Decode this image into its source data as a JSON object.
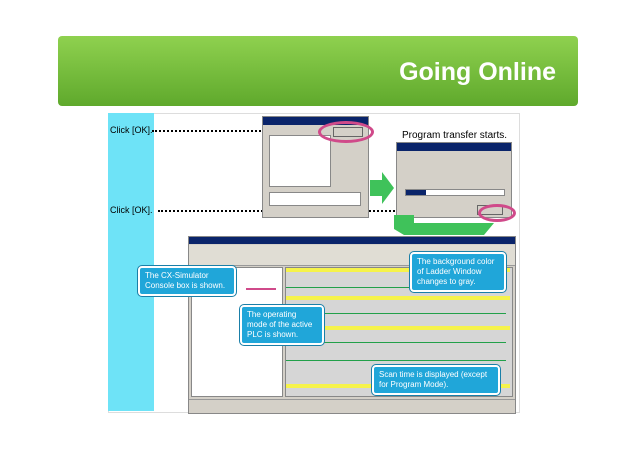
{
  "header": {
    "title": "Going Online"
  },
  "left_labels": {
    "click_ok_1": "Click [OK].",
    "click_ok_2": "Click [OK]."
  },
  "transfer_text": "Program transfer starts.",
  "callouts": {
    "simulator": "The CX-Simulator Console box is shown.",
    "mode": "The operating mode of the active PLC is shown.",
    "background": "The background color of Ladder Window changes to gray.",
    "scan": "Scan time is displayed (except for Program Mode)."
  },
  "colors": {
    "header_green": "#6db33f",
    "cyan_bar": "#6ee3f7",
    "callout_blue": "#20a6d9",
    "ring_pink": "#d04a8a",
    "ladder_yellow": "#f6f34b"
  }
}
